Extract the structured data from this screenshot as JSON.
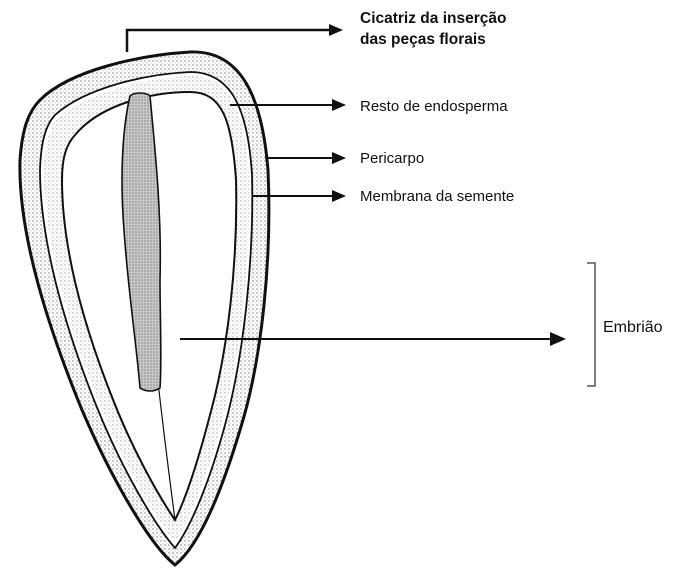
{
  "labels": {
    "cicatriz_line1": "Cicatriz da inserção",
    "cicatriz_line2": "das peças florais",
    "resto_endosperma": "Resto de endosperma",
    "pericarpo": "Pericarpo",
    "membrana_semente": "Membrana da semente",
    "embriao": "Embrião"
  },
  "colors": {
    "ink": "#111111",
    "stipple": "#8a8a8a",
    "embryo_fill": "#bdbdbd"
  }
}
